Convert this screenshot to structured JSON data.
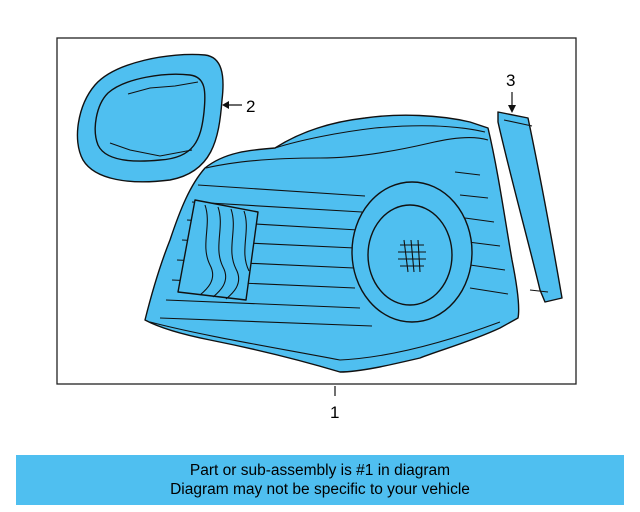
{
  "callouts": {
    "one": "1",
    "two": "2",
    "three": "3"
  },
  "banner": {
    "line1": "Part or sub-assembly is #1 in diagram",
    "line2": "Diagram may not be specific to your vehicle"
  },
  "colors": {
    "part_fill": "#4fbff0",
    "banner_fill": "#4fbff0",
    "outline": "#111111"
  }
}
